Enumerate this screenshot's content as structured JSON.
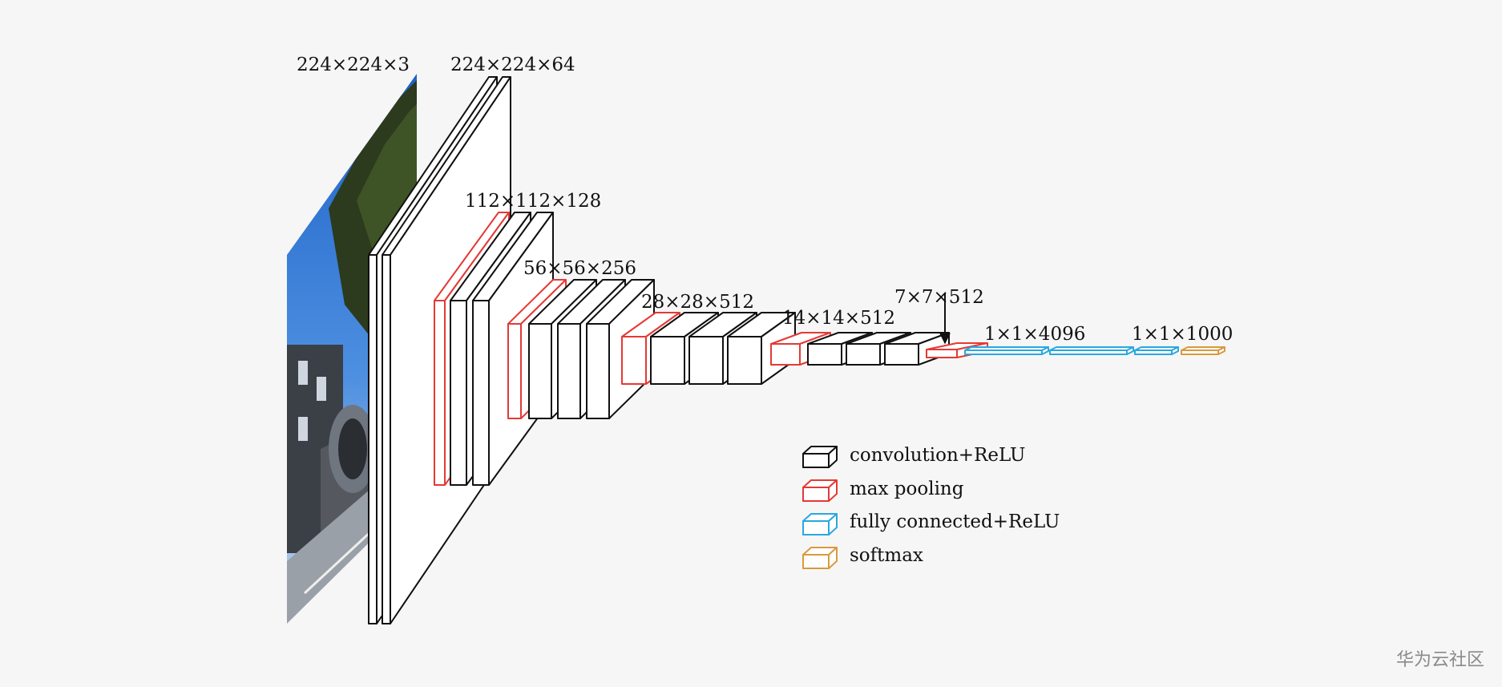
{
  "diagram": {
    "dimension_labels": {
      "input": "224×224×3",
      "conv1": "224×224×64",
      "conv2": "112×112×128",
      "conv3": "56×56×256",
      "conv4": "28×28×512",
      "conv5": "14×14×512",
      "pool5": "7×7×512",
      "fc": "1×1×4096",
      "softmax": "1×1×1000"
    },
    "legend": [
      {
        "label": "convolution+ReLU",
        "color": "#111111"
      },
      {
        "label": "max pooling",
        "color": "#e53935"
      },
      {
        "label": "fully connected+ReLU",
        "color": "#29a8e0"
      },
      {
        "label": "softmax",
        "color": "#d99a3d"
      }
    ],
    "colors": {
      "conv": "#111111",
      "pool": "#e53935",
      "fc": "#29a8e0",
      "softmax": "#d99a3d",
      "background": "#f6f6f6"
    }
  },
  "watermark": "华为云社区"
}
